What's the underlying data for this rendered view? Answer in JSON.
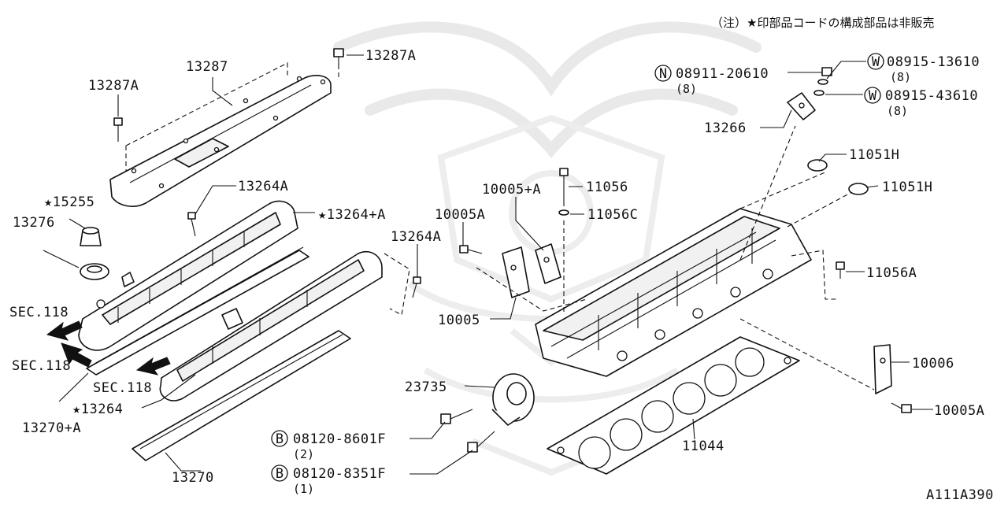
{
  "note": "（注）★印部品コードの構成部品は非販売",
  "drawing_code": "A111A390",
  "fastener_nut": "N",
  "fastener_washer": "W",
  "fastener_bolt": "B",
  "labels": {
    "p13287": "13287",
    "p13287a_top": "13287A",
    "p13287a_left": "13287A",
    "p13264a_top": "13264A",
    "p13264pa": "★13264+A",
    "p15255": "★15255",
    "p13276": "13276",
    "sec118_a": "SEC.118",
    "sec118_b": "SEC.118",
    "sec118_c": "SEC.118",
    "p13264a_mid": "13264A",
    "p13264": "★13264",
    "p13270pa": "13270+A",
    "p13270": "13270",
    "p10005pa": "10005+A",
    "p10005a_top": "10005A",
    "p10005": "10005",
    "p11056": "11056",
    "p11056c": "11056C",
    "p11056a": "11056A",
    "p11051h_a": "11051H",
    "p11051h_b": "11051H",
    "p13266": "13266",
    "p08911": "08911-20610",
    "p08911_qty": "(8)",
    "p08915_1": "08915-13610",
    "p08915_1_qty": "(8)",
    "p08915_4": "08915-43610",
    "p08915_4_qty": "(8)",
    "p10006": "10006",
    "p10005a_bot": "10005A",
    "p23735": "23735",
    "p08120_86": "08120-8601F",
    "p08120_86_qty": "(2)",
    "p08120_83": "08120-8351F",
    "p08120_83_qty": "(1)",
    "p11044": "11044"
  }
}
